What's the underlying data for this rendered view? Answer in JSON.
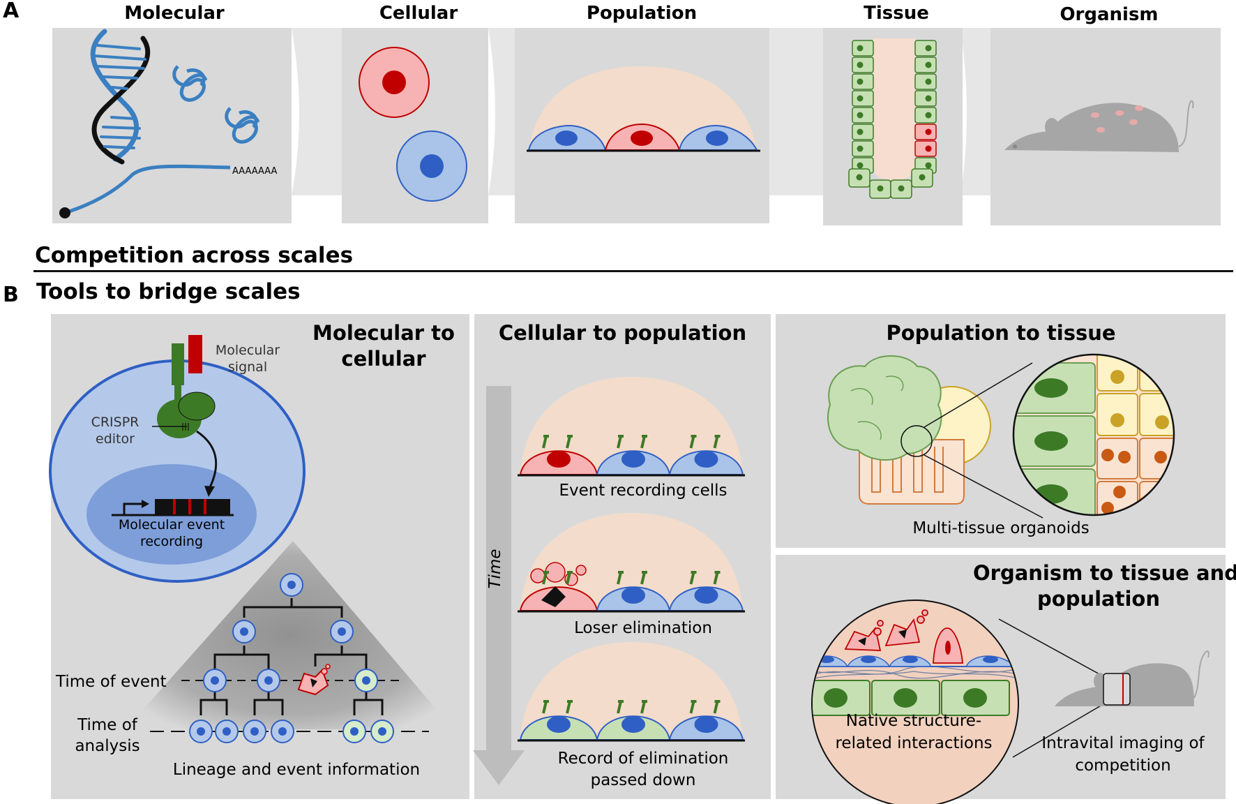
{
  "panel_a": {
    "letter": "A",
    "scales": [
      {
        "title": "Molecular"
      },
      {
        "title": "Cellular"
      },
      {
        "title": "Population"
      },
      {
        "title": "Tissue"
      },
      {
        "title": "Organism"
      }
    ],
    "poly_a_tail": "AAAAAAA",
    "footer": "Competition across scales"
  },
  "panel_b": {
    "letter": "B",
    "heading": "Tools to bridge scales",
    "molecular_to_cellular": {
      "title_line1": "Molecular to",
      "title_line2": "cellular",
      "signal_line1": "Molecular",
      "signal_line2": "signal",
      "crispr_line1": "CRISPR",
      "crispr_line2": "editor",
      "recording_line1": "Molecular event",
      "recording_line2": "recording",
      "time_of_event": "Time of event",
      "time_of_analysis_line1": "Time of",
      "time_of_analysis_line2": "analysis",
      "lineage_caption": "Lineage and event information"
    },
    "cellular_to_population": {
      "title": "Cellular to population",
      "time_label": "Time",
      "step1": "Event recording cells",
      "step2": "Loser elimination",
      "step3_line1": "Record of elimination",
      "step3_line2": "passed down"
    },
    "population_to_tissue": {
      "title": "Population to tissue",
      "caption": "Multi-tissue organoids"
    },
    "organism_to_tissue": {
      "title_line1": "Organism to tissue and",
      "title_line2": "population",
      "native_line1": "Native structure-",
      "native_line2": "related interactions",
      "intravital_line1": "Intravital imaging of",
      "intravital_line2": "competition"
    }
  },
  "colors": {
    "panel_bg": "#d9d9d9",
    "blue_cell": "#a9c4e8",
    "blue_nucleus": "#2f5fc4",
    "red_cell": "#f2a6a6",
    "red_nucleus": "#c00000",
    "green_cell": "#c6e0b4",
    "green_dark": "#3d7a26",
    "peach": "#f6dcc9",
    "mouse_gray": "#a6a6a6"
  }
}
